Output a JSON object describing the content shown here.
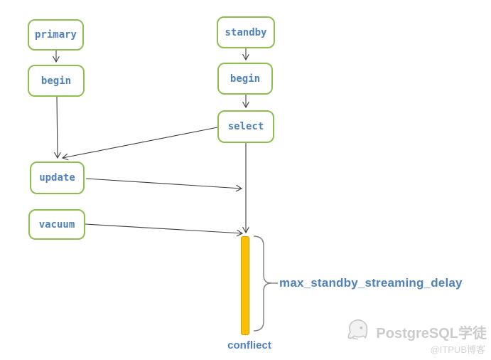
{
  "diagram": {
    "title_meaning": "standby query conflict timeline",
    "nodes": [
      {
        "id": "primary",
        "label": "primary"
      },
      {
        "id": "begin-left",
        "label": "begin"
      },
      {
        "id": "update",
        "label": "update"
      },
      {
        "id": "vacuum",
        "label": "vacuum"
      },
      {
        "id": "standby",
        "label": "standby"
      },
      {
        "id": "begin-right",
        "label": "begin"
      },
      {
        "id": "select",
        "label": "select"
      }
    ],
    "edges": [
      {
        "from": "primary",
        "to": "begin-left"
      },
      {
        "from": "begin-left",
        "to": "update"
      },
      {
        "from": "select",
        "to": "update"
      },
      {
        "from": "update",
        "to": "standby-timeline"
      },
      {
        "from": "vacuum",
        "to": "conflict-bar-top"
      },
      {
        "from": "standby",
        "to": "begin-right"
      },
      {
        "from": "begin-right",
        "to": "select"
      },
      {
        "from": "select",
        "to": "conflict-bar-top"
      }
    ],
    "labels": {
      "delay": "max_standby_streaming_delay",
      "conflict": "confliect"
    },
    "colors": {
      "node_border": "#8cbf4d",
      "node_text": "#4f81bd",
      "line": "#3f3f3f",
      "brace": "#7f7f7f",
      "bar_fill": "#ffc000",
      "bar_border": "#d79b00",
      "label_text": "#4f81bd",
      "watermark_text": "#cbcbcb"
    }
  },
  "watermark": {
    "logo": "postgresql-elephant-logo-icon",
    "title": "PostgreSQL学徒",
    "subtitle": "@ITPUB博客"
  }
}
